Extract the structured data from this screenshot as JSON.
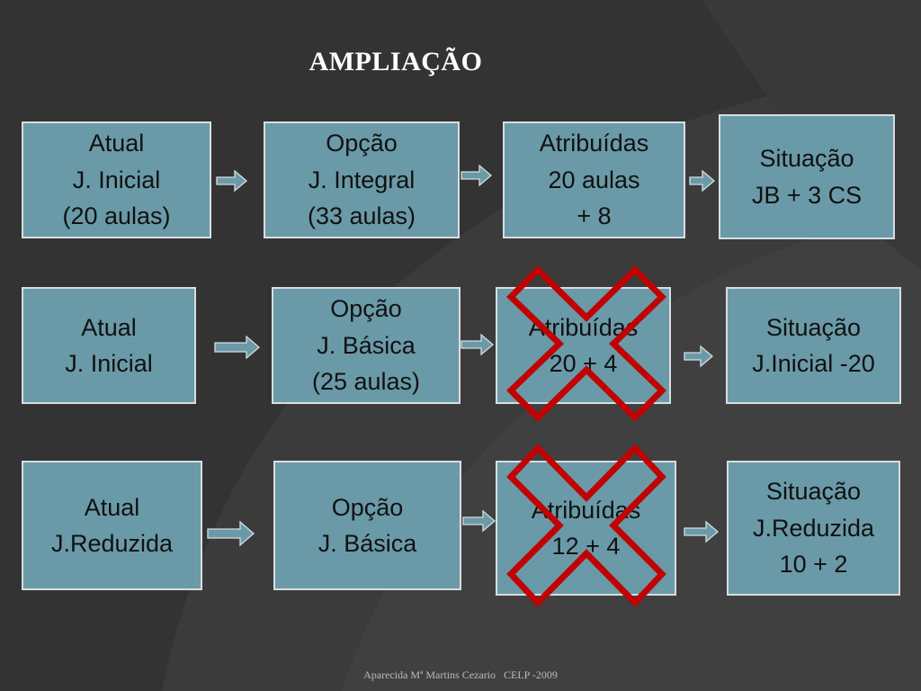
{
  "title": "AMPLIAÇÃO",
  "footer": "Aparecida Mª Martins Cezario   CELP -2009",
  "colors": {
    "background": "#333333",
    "box_fill": "#6a9aa8",
    "box_border": "#d8dde0",
    "arrow": "#6a9aa8",
    "cross": "#c00000"
  },
  "rows": [
    {
      "boxes": [
        {
          "lines": [
            "Atual",
            "J. Inicial",
            "(20 aulas)"
          ]
        },
        {
          "lines": [
            "Opção",
            "J. Integral",
            "(33 aulas)"
          ]
        },
        {
          "lines": [
            "Atribuídas",
            "20 aulas",
            "+ 8"
          ]
        },
        {
          "lines": [
            "Situação",
            "JB + 3 CS"
          ]
        }
      ],
      "crossed_box": null
    },
    {
      "boxes": [
        {
          "lines": [
            "Atual",
            "J. Inicial"
          ]
        },
        {
          "lines": [
            "Opção",
            "J. Básica",
            "(25 aulas)"
          ]
        },
        {
          "lines": [
            "Atribuídas",
            "20 + 4"
          ]
        },
        {
          "lines": [
            "Situação",
            "J.Inicial -20"
          ]
        }
      ],
      "crossed_box": 2
    },
    {
      "boxes": [
        {
          "lines": [
            "Atual",
            "J.Reduzida"
          ]
        },
        {
          "lines": [
            "Opção",
            "J. Básica"
          ]
        },
        {
          "lines": [
            "Atribuídas",
            "12 + 4"
          ]
        },
        {
          "lines": [
            "Situação",
            "J.Reduzida",
            "10 + 2"
          ]
        }
      ],
      "crossed_box": 2
    }
  ]
}
